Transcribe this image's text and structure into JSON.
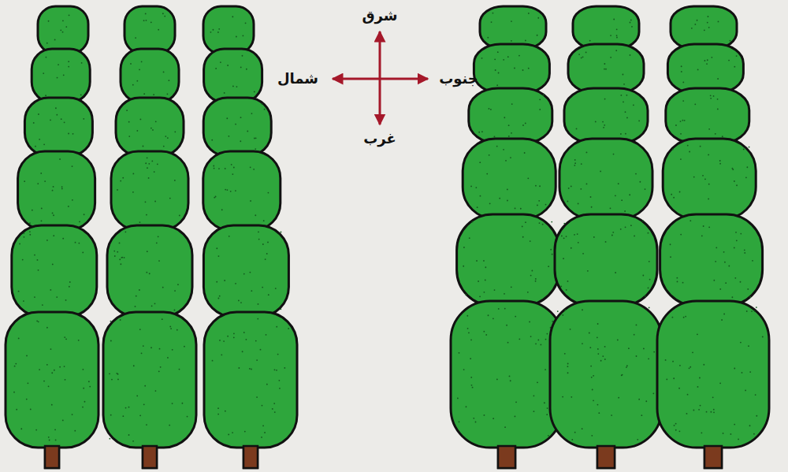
{
  "diagram": {
    "labels": [
      "شرق",
      "جنوب",
      "شمال",
      "غرب"
    ]
  }
}
